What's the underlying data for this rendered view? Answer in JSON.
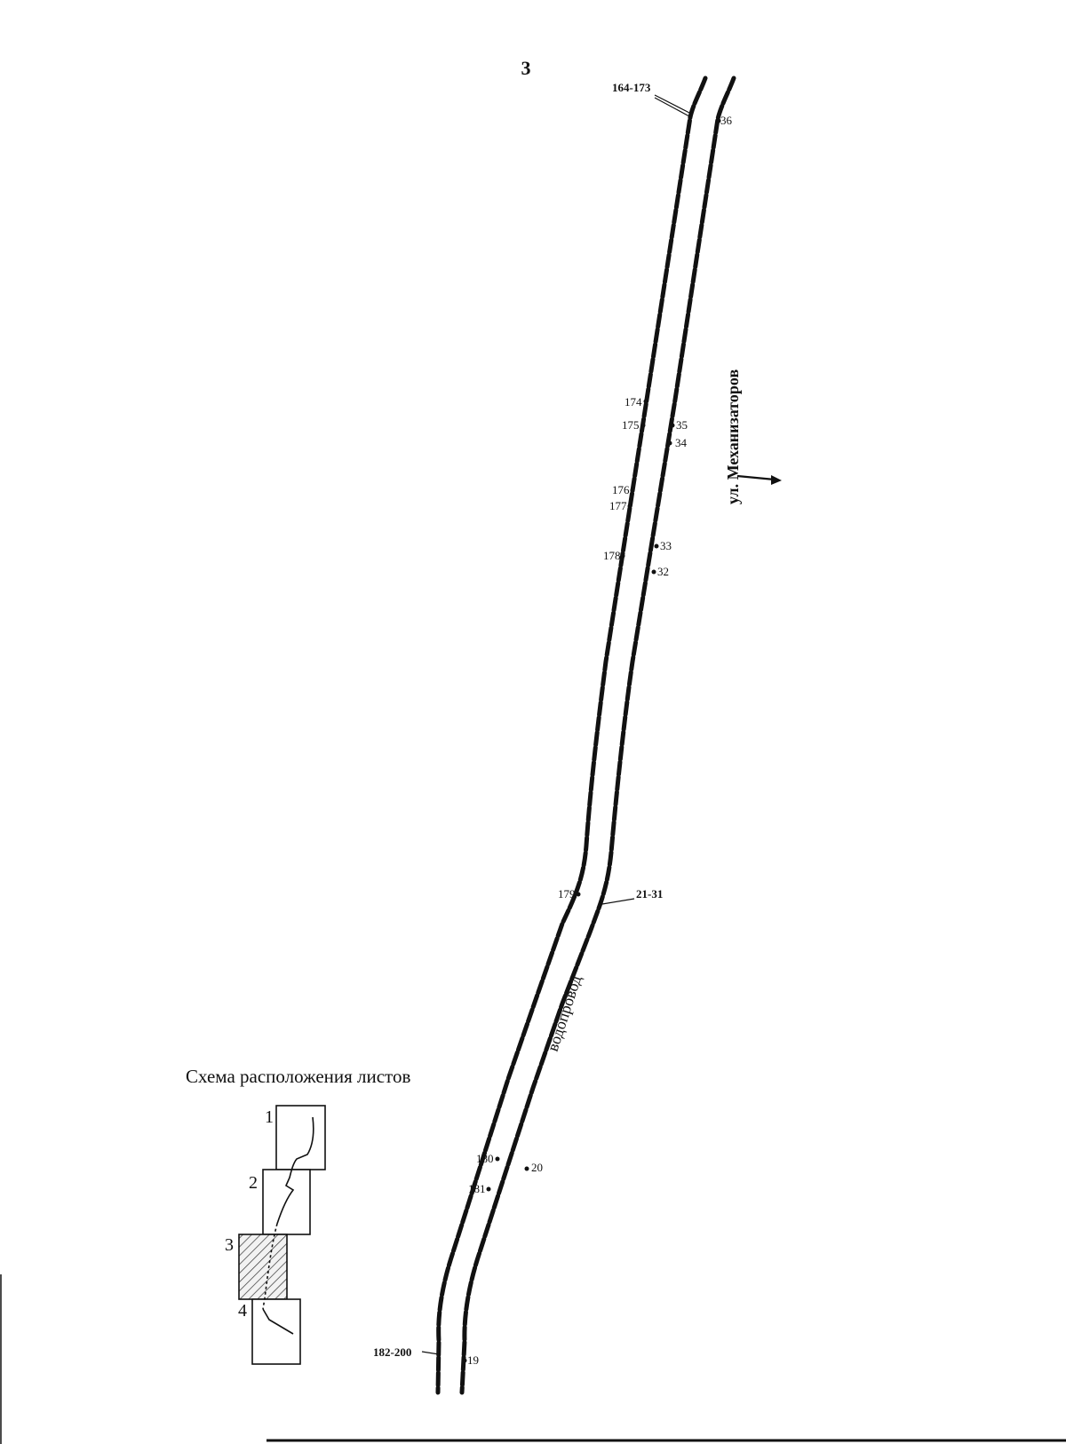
{
  "sheet": {
    "page_number": "3"
  },
  "street": {
    "name": "ул. Механизаторов"
  },
  "utility": {
    "name": "водопровод"
  },
  "points": {
    "left_164_173": "164-173",
    "left_174": "174",
    "left_175": "175",
    "left_176": "176",
    "left_177": "177",
    "left_178": "178",
    "left_179": "179",
    "left_180": "180",
    "left_181": "181",
    "left_182_200": "182-200",
    "right_36": "36",
    "right_35": "35",
    "right_34": "34",
    "right_33": "33",
    "right_32": "32",
    "right_21_31": "21-31",
    "right_20": "20",
    "right_19": "19"
  },
  "scheme": {
    "title": "Схема расположения листов",
    "sheets": [
      "1",
      "2",
      "3",
      "4"
    ],
    "highlighted_sheet": "3"
  }
}
